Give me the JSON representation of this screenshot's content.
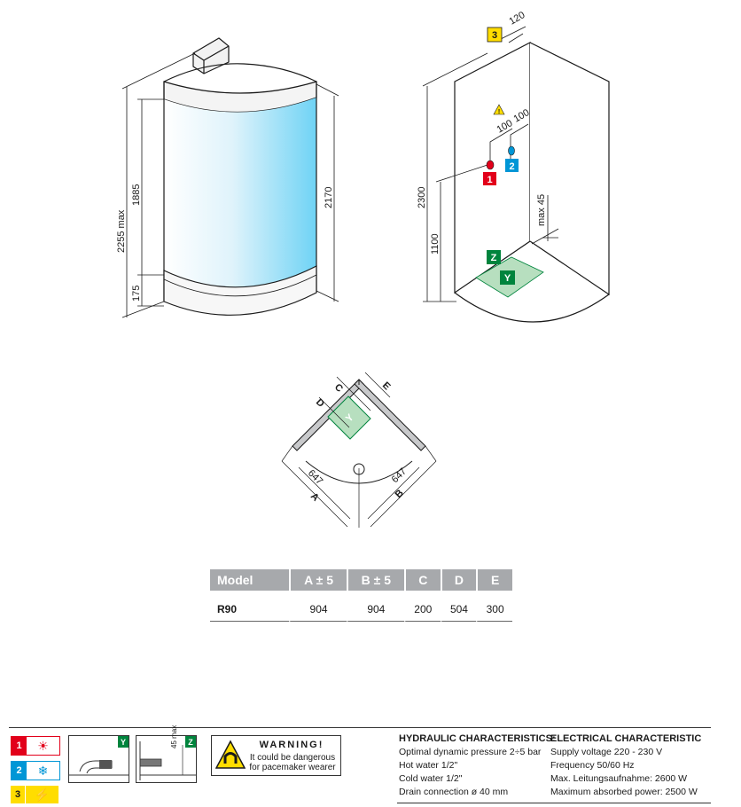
{
  "front_view": {
    "dim_total_height": "2255 max",
    "dim_panel_height": "1885",
    "dim_base_height": "175",
    "dim_glass_height": "2170"
  },
  "wall_view": {
    "dim_wall_height": "2300",
    "dim_valve_height": "1100",
    "dim_outlet_offset_1": "100",
    "dim_outlet_offset_2": "100",
    "dim_top_offset": "120",
    "dim_drain_max": "max 45",
    "label_hot": "1",
    "label_cold": "2",
    "label_power": "3",
    "label_drain_zone": "Z",
    "label_tray_zone": "Y"
  },
  "plan_view": {
    "dim_a": "A",
    "dim_b": "B",
    "dim_c": "C",
    "dim_d": "D",
    "dim_e": "E",
    "dim_side_left": "647",
    "dim_side_right": "647",
    "label_zone": "Y"
  },
  "table": {
    "headers": [
      "Model",
      "A ± 5",
      "B ± 5",
      "C",
      "D",
      "E"
    ],
    "rows": [
      [
        "R90",
        "904",
        "904",
        "200",
        "504",
        "300"
      ]
    ]
  },
  "legend": [
    {
      "num": "1",
      "icon": "hot-water-icon",
      "color": "#e2001a"
    },
    {
      "num": "2",
      "icon": "cold-water-icon",
      "color": "#0096d6"
    },
    {
      "num": "3",
      "icon": "electric-power-icon",
      "color": "#ffdd00"
    }
  ],
  "panels": {
    "y_tag": "Y",
    "z_tag": "Z",
    "z_dim": "45 max"
  },
  "warning": {
    "title": "WARNING!",
    "line1": "It could be dangerous",
    "line2": "for pacemaker wearer"
  },
  "hydraulic": {
    "title": "HYDRAULIC CHARACTERISTICS:",
    "lines": [
      "Optimal dynamic pressure 2÷5 bar",
      "Hot water 1/2\"",
      "Cold water 1/2\"",
      "Drain connection ø 40 mm"
    ]
  },
  "electrical": {
    "title": "ELECTRICAL CHARACTERISTIC",
    "lines": [
      "Supply voltage 220 - 230 V",
      "Frequency 50/60 Hz",
      "Max. Leitungsaufnahme: 2600 W",
      "Maximum absorbed power: 2500 W"
    ]
  },
  "colors": {
    "glass": "#6fd3f5",
    "zone_green": "#00843d",
    "zone_fill": "#b7dfbf",
    "panel_grey": "#a7a9ac"
  }
}
